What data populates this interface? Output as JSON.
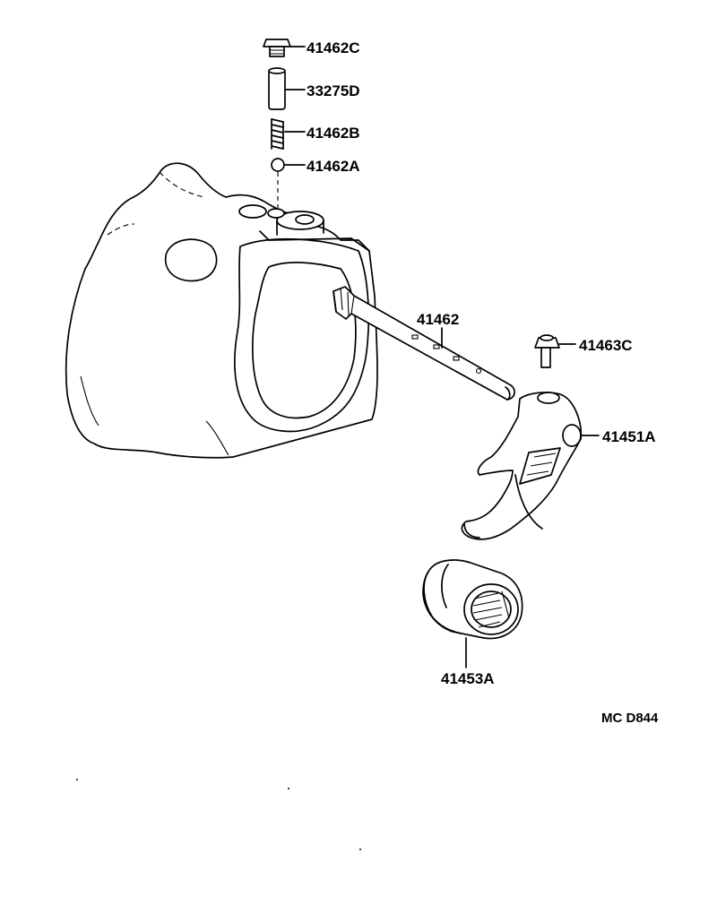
{
  "diagram": {
    "parts": [
      {
        "label": "41462C"
      },
      {
        "label": "33275D"
      },
      {
        "label": "41462B"
      },
      {
        "label": "41462A"
      },
      {
        "label": "41462"
      },
      {
        "label": "41463C"
      },
      {
        "label": "41451A"
      },
      {
        "label": "41453A"
      }
    ],
    "code": "MC D844"
  }
}
